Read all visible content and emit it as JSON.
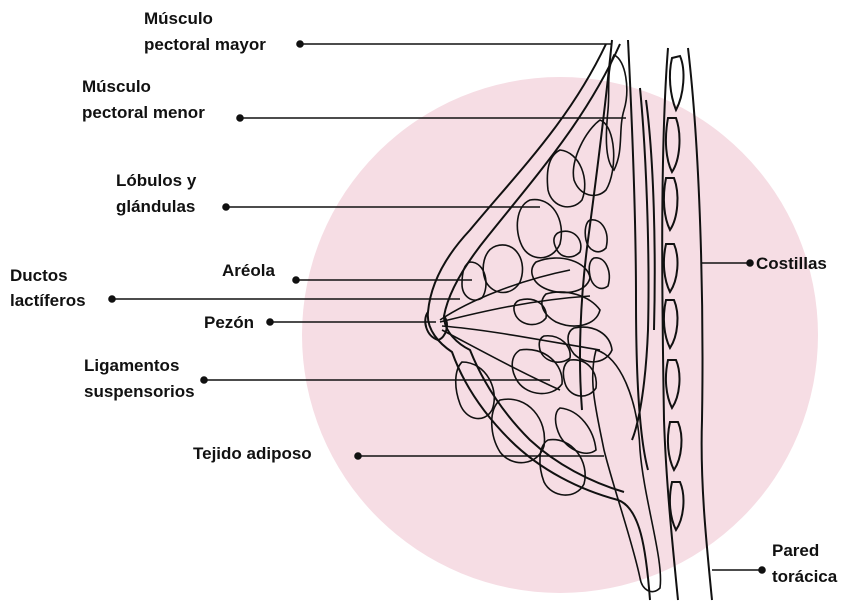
{
  "labels": {
    "pectoral_mayor": [
      "Músculo",
      "pectoral mayor"
    ],
    "pectoral_menor": [
      "Músculo",
      "pectoral menor"
    ],
    "lobulos": [
      "Lóbulos y",
      "glándulas"
    ],
    "ductos": [
      "Ductos",
      "lactíferos"
    ],
    "areola": "Aréola",
    "pezon": "Pezón",
    "ligamentos": [
      "Ligamentos",
      "suspensorios"
    ],
    "tejido": "Tejido adiposo",
    "costillas": "Costillas",
    "pared": [
      "Pared",
      "torácica"
    ]
  },
  "colors": {
    "background_circle": "#f6dde4",
    "line": "#111111"
  }
}
